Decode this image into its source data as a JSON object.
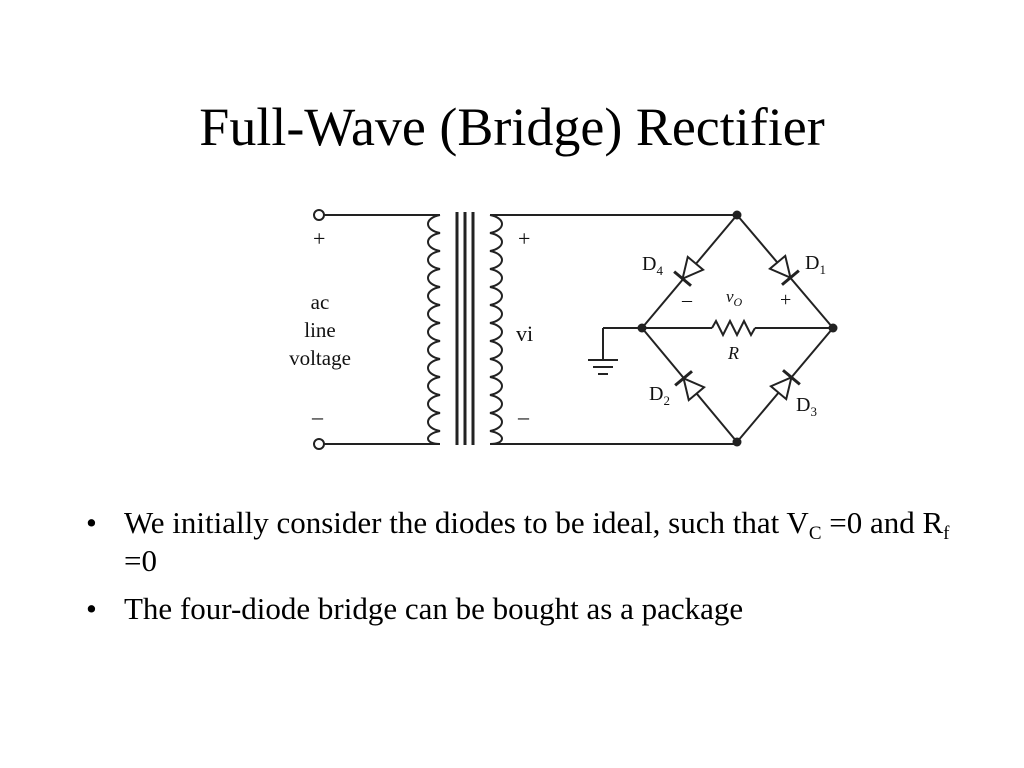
{
  "slide": {
    "title": "Full-Wave (Bridge) Rectifier"
  },
  "diagram": {
    "primary": {
      "plus": "+",
      "minus": "–",
      "source_line1": "ac",
      "source_line2": "line",
      "source_line3": "voltage"
    },
    "secondary": {
      "plus": "+",
      "minus": "–",
      "voltage_label": "vi"
    },
    "bridge": {
      "d4": "D",
      "d4_sub": "4",
      "d1": "D",
      "d1_sub": "1",
      "d2": "D",
      "d2_sub": "2",
      "d3": "D",
      "d3_sub": "3",
      "vo": "v",
      "vo_sub": "O",
      "vo_minus": "–",
      "vo_plus": "+",
      "resistor": "R"
    }
  },
  "bullets": [
    {
      "pre": "We initially consider the diodes to be ideal, such that V",
      "sub1": "C",
      "mid": " =0 and R",
      "sub2": "f",
      "post": " =0"
    },
    {
      "text": "The four-diode bridge can be bought as a package"
    }
  ],
  "bullet_glyph": "•"
}
